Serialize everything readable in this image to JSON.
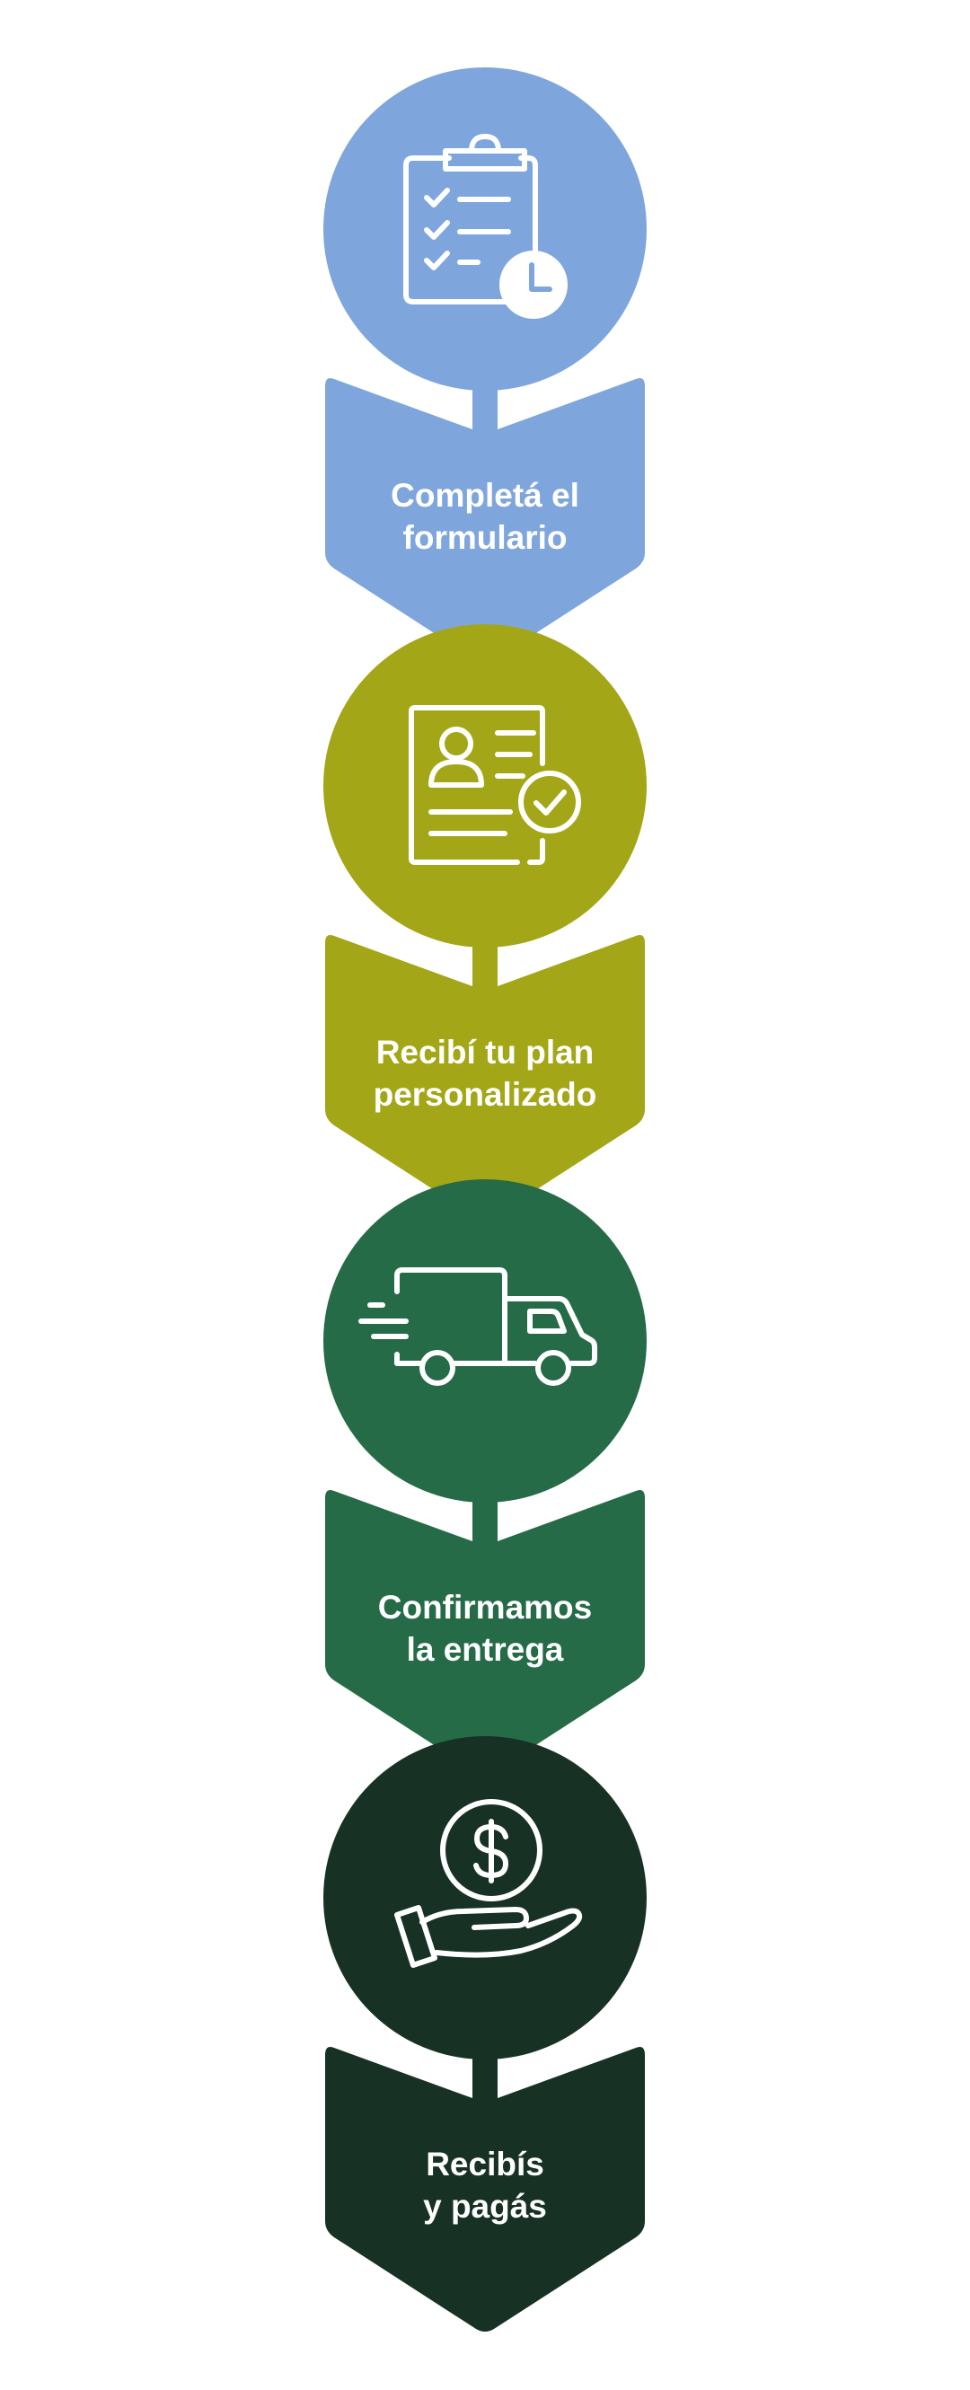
{
  "diagram": {
    "title": "",
    "steps": [
      {
        "line1": "Completá el",
        "line2": "formulario",
        "icon": "clipboard-clock-icon",
        "color": "#7fa6dc"
      },
      {
        "line1": "Recibí tu plan",
        "line2": "personalizado",
        "icon": "profile-check-document-icon",
        "color": "#a3a616"
      },
      {
        "line1": "Confirmamos",
        "line2": "la entrega",
        "icon": "delivery-truck-icon",
        "color": "#256b47"
      },
      {
        "line1": "Recibís",
        "line2": "y pagás",
        "icon": "hand-coin-dollar-icon",
        "color": "#173224"
      }
    ]
  }
}
